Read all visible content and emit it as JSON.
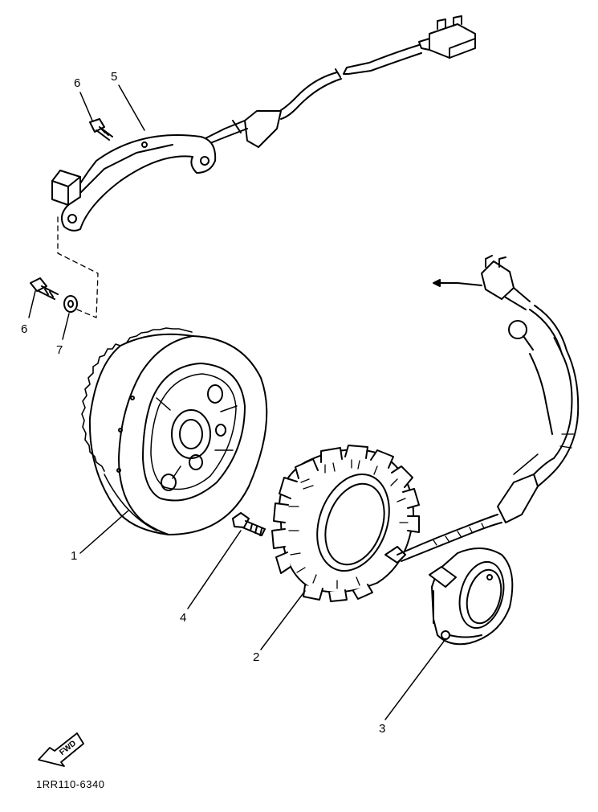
{
  "callouts": {
    "c1": "1",
    "c2": "2",
    "c3": "3",
    "c4": "4",
    "c5": "5",
    "c6a": "6",
    "c6b": "6",
    "c7": "7"
  },
  "fwd_label": "FWD",
  "diagram_code": "1RR110-6340"
}
